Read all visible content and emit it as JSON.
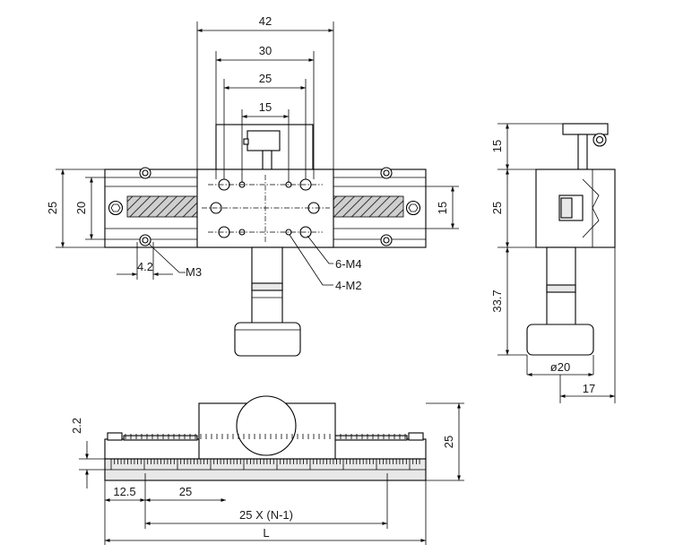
{
  "drawing": {
    "top_view": {
      "dims": {
        "w42": "42",
        "w30": "30",
        "w25": "25",
        "w15": "15",
        "h25": "25",
        "h20": "20",
        "h15": "15",
        "d42": "4.2"
      },
      "callouts": {
        "m3": "M3",
        "m4": "6-M4",
        "m2": "4-M2"
      }
    },
    "side_view": {
      "dims": {
        "h15": "15",
        "h25": "25",
        "h337": "33.7",
        "dia20": "ø20",
        "w17": "17"
      }
    },
    "front_view": {
      "dims": {
        "h22": "2.2",
        "h25": "25",
        "p125": "12.5",
        "p25": "25",
        "pitch": "25 X (N-1)",
        "length": "L"
      }
    }
  }
}
